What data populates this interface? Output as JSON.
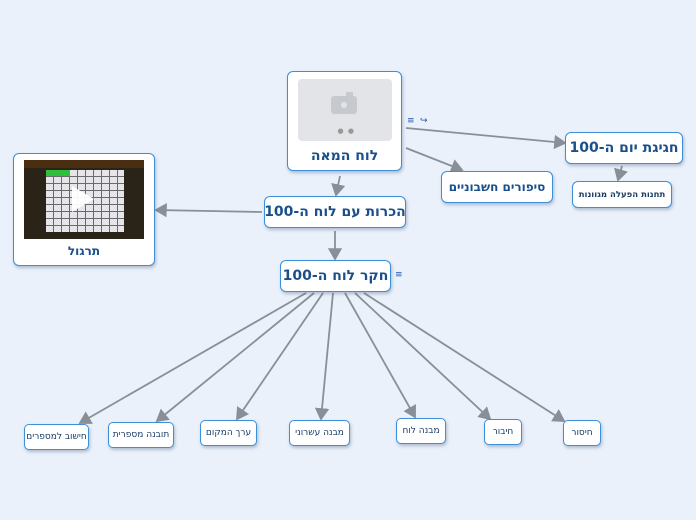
{
  "mindmap": {
    "root": {
      "label": "לוח המאה",
      "image": "image-placeholder"
    },
    "nodes": {
      "intro": "הכרות עם לוח ה-100",
      "explore": "חקר לוח ה-100",
      "stories": "סיפורים חשבוניים",
      "celebration": "חגיגת יום ה-100",
      "activities": "תחנות הפעלה מגוונות",
      "practice": "תרגול"
    },
    "leaves": [
      "חישוב למספרים",
      "תובנה מספרית",
      "ערך המקום",
      "מבנה עשרוני",
      "מבנה לוח",
      "חיבור",
      "חיסור"
    ],
    "markers": {
      "notes": "≡",
      "link": "↪",
      "explore_notes": "≡"
    }
  },
  "colors": {
    "background": "#eaf1fb",
    "node_border": "#3d8fd8",
    "text": "#1a4f8a",
    "connector": "#8a8f97"
  }
}
